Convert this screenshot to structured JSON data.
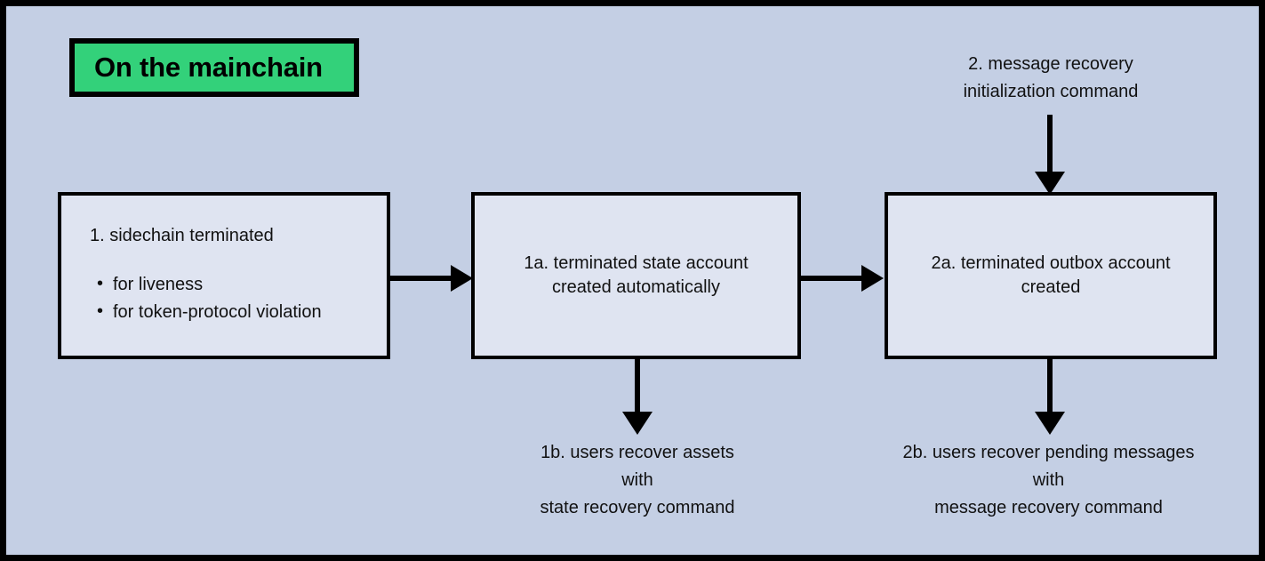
{
  "diagram": {
    "title_chip": "On the mainchain",
    "background_color": "#c4cfe4",
    "chip_color": "#33d17a",
    "box_fill_color": "#dfe4f1",
    "stroke_color": "#000000",
    "boxes": [
      {
        "id": "box-1",
        "lead": "1. sidechain terminated",
        "bullets": [
          "for liveness",
          "for token-protocol violation"
        ]
      },
      {
        "id": "box-1a",
        "text": "1a. terminated state account\ncreated automatically"
      },
      {
        "id": "box-2a",
        "text": "2a. terminated outbox account\ncreated"
      }
    ],
    "captions": [
      {
        "id": "caption-message-recovery-init",
        "text": "2. message recovery\ninitialization command"
      },
      {
        "id": "caption-users-recover-assets",
        "text": "1b. users recover assets\nwith\nstate recovery command"
      },
      {
        "id": "caption-users-recover-messages",
        "text": "2b. users recover pending messages\nwith\nmessage recovery command"
      }
    ],
    "arrows": [
      {
        "id": "arrow-box1-to-box1a",
        "direction": "right"
      },
      {
        "id": "arrow-box1a-to-box2a",
        "direction": "right"
      },
      {
        "id": "arrow-init-command-to-box2a",
        "direction": "down"
      },
      {
        "id": "arrow-box1a-to-assets-caption",
        "direction": "down"
      },
      {
        "id": "arrow-box2a-to-messages-caption",
        "direction": "down"
      }
    ]
  }
}
